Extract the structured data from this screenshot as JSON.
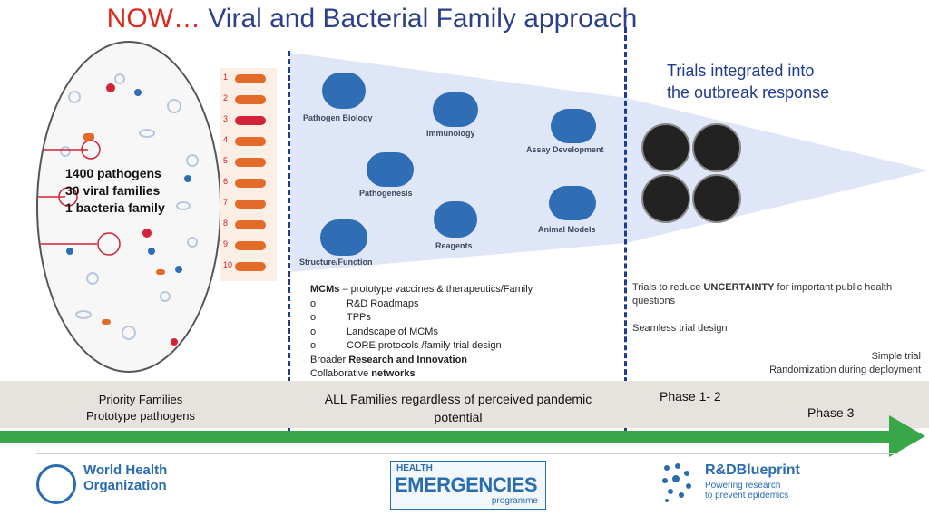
{
  "header": {
    "title_prefix": "NOW…",
    "title_rest": " Viral and Bacterial Family approach"
  },
  "pathogens": {
    "lines": [
      "1400 pathogens",
      "30 viral families",
      "1 bacteria family"
    ],
    "numbers": [
      "1",
      "2",
      "3",
      "4",
      "5",
      "6",
      "7",
      "8",
      "9",
      "10"
    ]
  },
  "research_areas": [
    {
      "label": "Pathogen Biology",
      "icon": "microscope-icon"
    },
    {
      "label": "Immunology",
      "icon": "antibody-icon"
    },
    {
      "label": "Assay Development",
      "icon": "plate-icon"
    },
    {
      "label": "Pathogenesis",
      "icon": "lungs-icon"
    },
    {
      "label": "Reagents",
      "icon": "test-tube-icon"
    },
    {
      "label": "Animal Models",
      "icon": "mouse-icon"
    },
    {
      "label": "Structure/Function",
      "icon": "key-lock-icon"
    }
  ],
  "trials": {
    "title_line1": "Trials integrated into",
    "title_line2": "the outbreak response",
    "uncertainty_pre": "Trials to reduce ",
    "uncertainty_bold": "UNCERTAINTY",
    "uncertainty_post": " for important public health",
    "uncertainty_line2": "questions",
    "seamless": "Seamless trial design",
    "simple": "Simple trial",
    "randomization": "Randomization during deployment"
  },
  "mcm": {
    "heading_bold": "MCMs",
    "heading_rest": " – prototype vaccines & therapeutics/Family",
    "bullet_marker": "o",
    "items": [
      "R&D Roadmaps",
      "TPPs",
      "Landscape of MCMs",
      "CORE protocols /family trial design"
    ],
    "broader_pre": "Broader ",
    "broader_bold": "Research and Innovation",
    "collab_pre": "Collaborative ",
    "collab_bold": "networks"
  },
  "bottom_band": {
    "left_line1": "Priority Families",
    "left_line2": "Prototype pathogens",
    "middle_line1": "ALL Families regardless of perceived pandemic",
    "middle_line2": "potential",
    "phase12": "Phase 1- 2",
    "phase3": "Phase 3"
  },
  "footer": {
    "who_line1": "World Health",
    "who_line2": "Organization",
    "hep_top": "HEALTH",
    "hep_mid": "EMERGENCIES",
    "hep_bottom": "programme",
    "rdb_title": "R&DBlueprint",
    "rdb_sub1": "Powering research",
    "rdb_sub2": "to prevent epidemics"
  },
  "colors": {
    "accent_red": "#e1261c",
    "navy": "#1f3b8f",
    "arrow_green": "#3aa64a",
    "cone_blue": "#dfe6f7",
    "icon_blue": "#2f6db5"
  }
}
